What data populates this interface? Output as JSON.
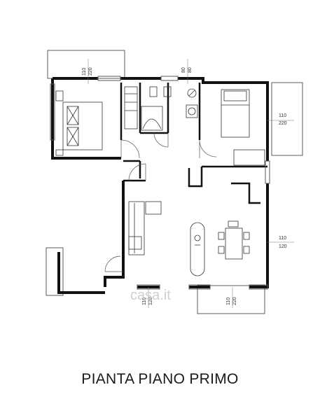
{
  "title": "PIANTA PIANO PRIMO",
  "watermark": "casa.it",
  "dimensions": {
    "balcony_top_left": [
      "110",
      "220"
    ],
    "window_bathroom": [
      "80",
      "80"
    ],
    "balcony_right_top": [
      "110",
      "220"
    ],
    "window_living_right": [
      "110",
      "120"
    ],
    "window_living_bottom": [
      "110",
      "120"
    ],
    "balcony_bottom_right": [
      "110",
      "220"
    ]
  },
  "colors": {
    "wall": "#111111",
    "line": "#333333",
    "window": "#555555"
  }
}
